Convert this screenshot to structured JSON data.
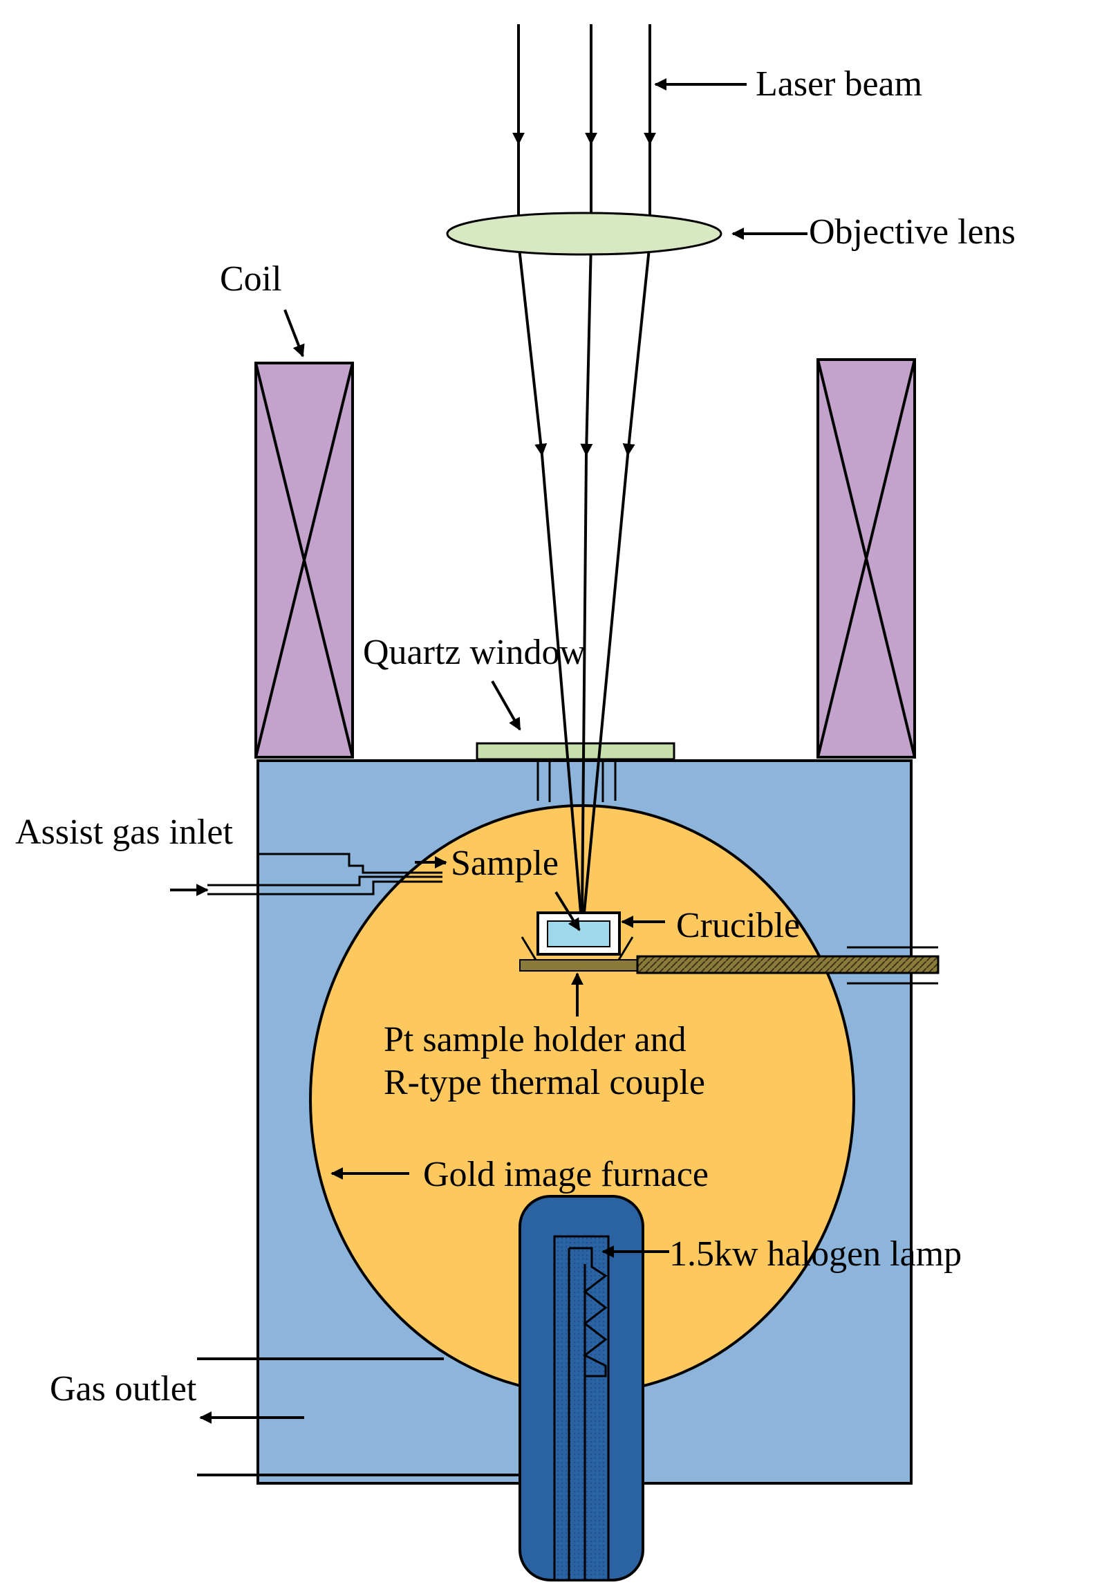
{
  "labels": {
    "laser_beam": "Laser beam",
    "objective_lens": "Objective lens",
    "coil": "Coil",
    "quartz_window": "Quartz window",
    "assist_gas_inlet": "Assist gas inlet",
    "sample": "Sample",
    "crucible": "Crucible",
    "holder_line1": "Pt sample holder and",
    "holder_line2": "R-type thermal couple",
    "gold_image_furnace": "Gold image furnace",
    "halogen_lamp": "1.5kw halogen lamp",
    "gas_outlet": "Gas outlet"
  },
  "colors": {
    "chamber": "#8db5db",
    "furnace": "#fdc95e",
    "coil": "#c3a3cc",
    "lens": "#d7e8c3",
    "quartz_window": "#c8e0ad",
    "lamp": "#2a62a2",
    "crucible_sample": "#9ed8ea",
    "holder": "#8a7b3a"
  }
}
